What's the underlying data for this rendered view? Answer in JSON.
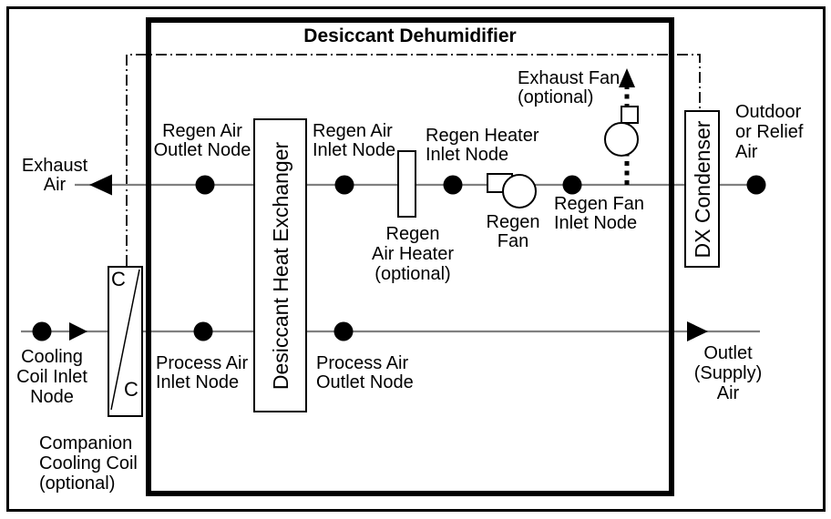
{
  "diagram": {
    "title": "Desiccant Dehumidifier",
    "left_side": {
      "exhaust_air": "Exhaust\nAir",
      "cooling_coil_inlet_node": "Cooling\nCoil Inlet\nNode",
      "companion_cooling_coil": "Companion\nCooling Coil\n(optional)",
      "coil_marker_top": "C",
      "coil_marker_bottom": "C"
    },
    "regen_path": {
      "regen_air_outlet_node": "Regen Air\nOutlet Node",
      "desiccant_heat_exchanger": "Desiccant Heat Exchanger",
      "regen_air_inlet_node": "Regen Air\nInlet Node",
      "regen_air_heater": "Regen\nAir Heater\n(optional)",
      "regen_heater_inlet_node": "Regen Heater\nInlet Node",
      "regen_fan": "Regen\nFan",
      "regen_fan_inlet_node": "Regen Fan\nInlet Node",
      "exhaust_fan": "Exhaust Fan\n(optional)"
    },
    "process_path": {
      "process_air_inlet_node": "Process Air\nInlet Node",
      "process_air_outlet_node": "Process Air\nOutlet Node"
    },
    "right_side": {
      "dx_condenser": "DX Condenser",
      "outdoor_or_relief_air": "Outdoor\nor Relief\nAir",
      "outlet_supply_air": "Outlet\n(Supply)\nAir"
    },
    "colors": {
      "flow_line": "#808080",
      "ink": "#000000",
      "background": "#ffffff"
    }
  }
}
